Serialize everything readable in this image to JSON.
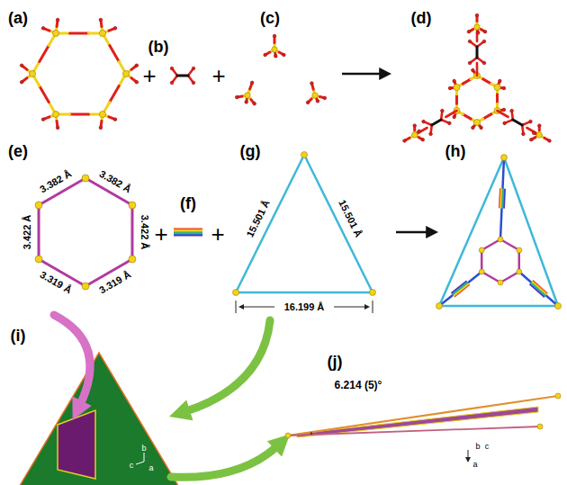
{
  "diagram": {
    "labels": [
      "(a)",
      "(b)",
      "(c)",
      "(d)",
      "+",
      "+",
      "(e)",
      "3.382 Å",
      "3.382 Å",
      "3.422 Å",
      "3.422 Å",
      "3.319 Å",
      "3.319 Å",
      "+",
      "(f)",
      "+",
      "(g)",
      "15.501 Å",
      "15.501 Å",
      "16.199 Å",
      "(h)",
      "(i)",
      "b",
      "c",
      "a",
      "(j)",
      "6.214 (5)°",
      "b",
      "c",
      "a"
    ]
  }
}
